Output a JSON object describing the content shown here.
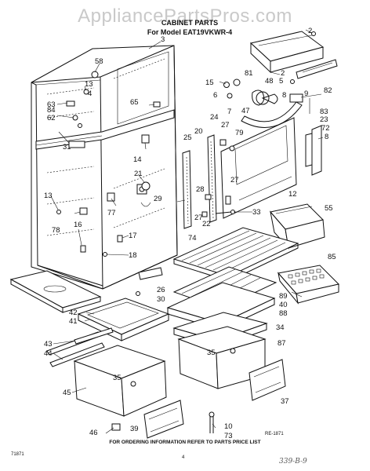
{
  "watermark": "AppliancePartsPros.com",
  "header": {
    "title": "CABINET PARTS",
    "model": "For Model EAT19VKWR-4"
  },
  "footer": {
    "left_code": "71871",
    "page_number": "4",
    "note": "FOR ORDERING INFORMATION REFER TO PARTS PRICE LIST",
    "ref": "RE-1871",
    "handwritten": "339-B-9"
  },
  "callouts": [
    "2",
    "3",
    "58",
    "13",
    "4",
    "15",
    "6",
    "81",
    "48",
    "2",
    "5",
    "82",
    "9",
    "7",
    "47",
    "8",
    "83",
    "23",
    "72",
    "8",
    "63",
    "62",
    "84",
    "65",
    "24",
    "20",
    "27",
    "79",
    "31",
    "14",
    "21",
    "29",
    "25",
    "28",
    "27",
    "12",
    "13",
    "16",
    "77",
    "27",
    "22",
    "33",
    "55",
    "78",
    "17",
    "74",
    "18",
    "85",
    "26",
    "30",
    "89",
    "40",
    "88",
    "42",
    "41",
    "34",
    "35",
    "87",
    "43",
    "44",
    "45",
    "35",
    "37",
    "10",
    "73",
    "46",
    "39"
  ]
}
